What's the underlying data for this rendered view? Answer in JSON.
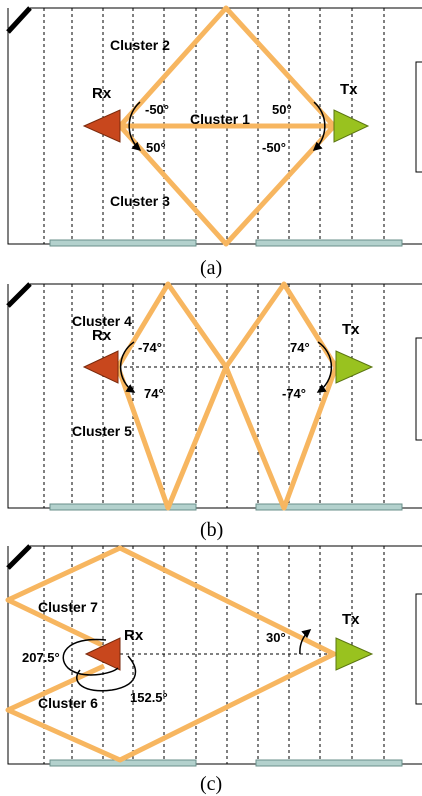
{
  "colors": {
    "path": "#f7b660",
    "rx": "#c8471d",
    "tx": "#99c21f",
    "floor": "#b3d1cd"
  },
  "panels": [
    {
      "caption": "(a)",
      "rx_label": "Rx",
      "tx_label": "Tx",
      "clusters": [
        "Cluster 2",
        "Cluster 1",
        "Cluster 3"
      ],
      "angles": [
        "-50°",
        "50°",
        "50°",
        "-50°"
      ]
    },
    {
      "caption": "(b)",
      "rx_label": "Rx",
      "tx_label": "Tx",
      "clusters": [
        "Cluster 4",
        "Cluster 5"
      ],
      "angles": [
        "-74°",
        "74°",
        "74°",
        "-74°"
      ]
    },
    {
      "caption": "(c)",
      "rx_label": "Rx",
      "tx_label": "Tx",
      "clusters": [
        "Cluster 7",
        "Cluster 6"
      ],
      "angles": [
        "207.5°",
        "152.5°",
        "30°"
      ]
    }
  ]
}
